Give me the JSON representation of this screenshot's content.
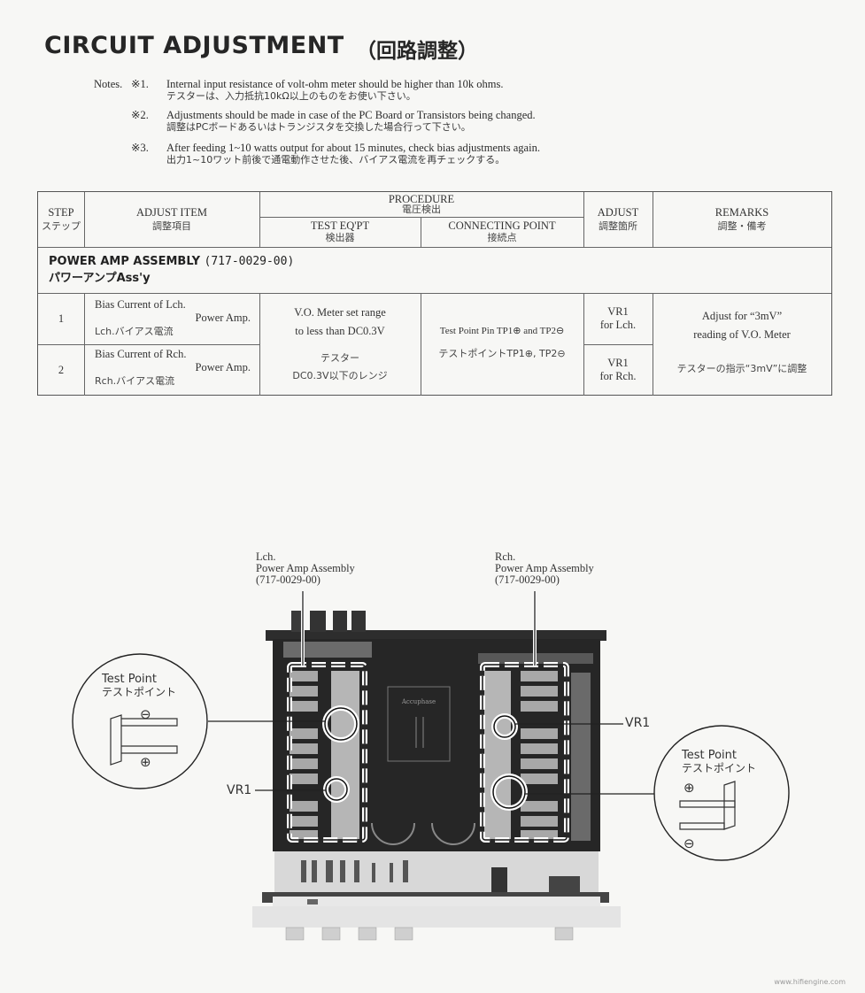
{
  "header": {
    "title": "CIRCUIT ADJUSTMENT",
    "title_jp": "（回路調整）"
  },
  "notes": {
    "label": "Notes.",
    "items": [
      {
        "num": "※1.",
        "en": "Internal input resistance of volt-ohm meter should be higher than 10k ohms.",
        "jp": "テスターは、入力抵抗10kΩ以上のものをお使い下さい。"
      },
      {
        "num": "※2.",
        "en": "Adjustments should be made in case of the PC Board or Transistors being changed.",
        "jp": "調整はPCボードあるいはトランジスタを交換した場合行って下さい。"
      },
      {
        "num": "※3.",
        "en": "After feeding 1~10 watts output for about 15 minutes, check bias adjustments again.",
        "jp": "出力1~10ワット前後で通電動作させた後、バイアス電流を再チェックする。"
      }
    ]
  },
  "table": {
    "headers": {
      "step": {
        "en": "STEP",
        "jp": "ステップ"
      },
      "adjust_item": {
        "en": "ADJUST ITEM",
        "jp": "調整項目"
      },
      "procedure": {
        "en": "PROCEDURE",
        "jp": "電圧検出"
      },
      "test_eqpt": {
        "en": "TEST EQ'PT",
        "jp": "検出器"
      },
      "connecting_point": {
        "en": "CONNECTING POINT",
        "jp": "接続点"
      },
      "adjust": {
        "en": "ADJUST",
        "jp": "調整箇所"
      },
      "remarks": {
        "en": "REMARKS",
        "jp": "調整・備考"
      }
    },
    "section": {
      "title": "POWER AMP ASSEMBLY",
      "code": "(717-0029-00)",
      "title_jp": "パワーアンプAss'y"
    },
    "rows": [
      {
        "step": "1",
        "item_line1": "Bias Current of Lch.",
        "item_line2": "Power Amp.",
        "item_jp": "Lch.バイアス電流",
        "adjust_line1": "VR1",
        "adjust_line2": "for Lch."
      },
      {
        "step": "2",
        "item_line1": "Bias Current of Rch.",
        "item_line2": "Power Amp.",
        "item_jp": "Rch.バイアス電流",
        "adjust_line1": "VR1",
        "adjust_line2": "for Rch."
      }
    ],
    "shared": {
      "test_eqpt_en1": "V.O. Meter set range",
      "test_eqpt_en2": "to less than DC0.3V",
      "test_eqpt_jp1": "テスター",
      "test_eqpt_jp2": "DC0.3V以下のレンジ",
      "connecting_en": "Test Point Pin TP1⊕ and TP2⊖",
      "connecting_jp": "テストポイントTP1⊕, TP2⊖",
      "remarks_en1": "Adjust for “3mV”",
      "remarks_en2": "reading of V.O. Meter",
      "remarks_jp": "テスターの指示“3mV”に調整"
    }
  },
  "diagram": {
    "lch_label": {
      "line1": "Lch.",
      "line2": "Power Amp Assembly",
      "line3": "(717-0029-00)"
    },
    "rch_label": {
      "line1": "Rch.",
      "line2": "Power Amp Assembly",
      "line3": "(717-0029-00)"
    },
    "vr1_left": "VR1",
    "vr1_right": "VR1",
    "test_point_left": {
      "en": "Test Point",
      "jp": "テストポイント",
      "top_symbol": "⊖",
      "bottom_symbol": "⊕"
    },
    "test_point_right": {
      "en": "Test Point",
      "jp": "テストポイント",
      "top_symbol": "⊕",
      "bottom_symbol": "⊖"
    },
    "brand_logo": "Accuphase"
  },
  "footer": {
    "watermark": "www.hifiengine.com"
  }
}
